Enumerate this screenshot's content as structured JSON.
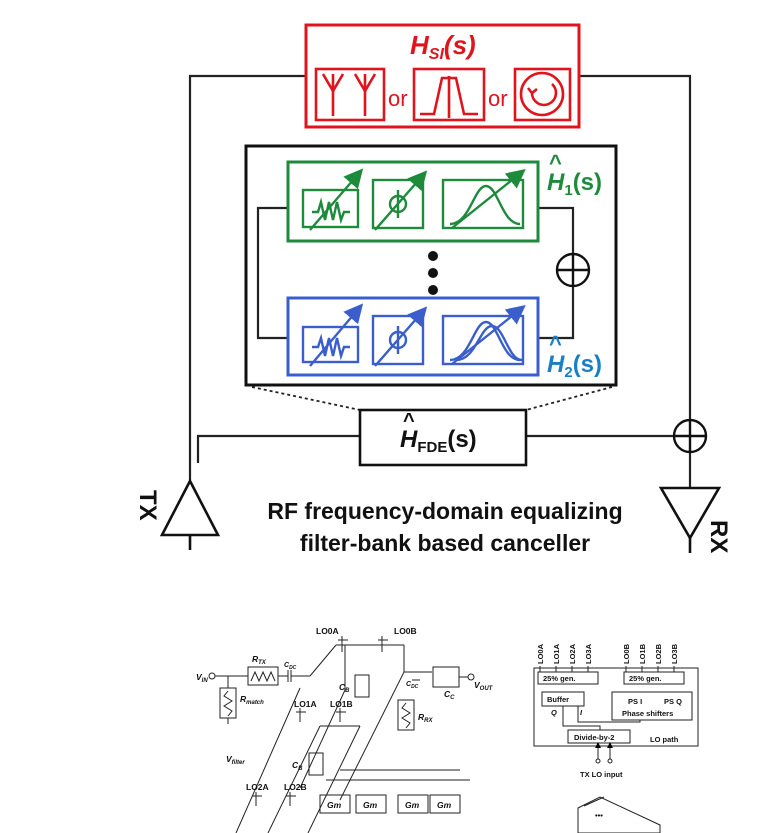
{
  "top_diagram": {
    "si_block": {
      "label_main": "H",
      "label_sub": "SI",
      "label_tail": "(s)",
      "or_1": "or",
      "or_2": "or",
      "color": "#e0141c"
    },
    "branch_1": {
      "label_main": "H",
      "label_sub": "1",
      "label_tail": "(s)",
      "color": "#1e8a3c"
    },
    "branch_2": {
      "label_main": "H",
      "label_sub": "2",
      "label_tail": "(s)",
      "color": "#3a5fcd"
    },
    "branch_2_label_color": "#1a7fc4",
    "fde_block": {
      "label_main": "H",
      "label_sub": "FDE",
      "label_tail": "(s)"
    },
    "tx_label": "TX",
    "rx_label": "RX",
    "caption_line_1": "RF frequency-domain equalizing",
    "caption_line_2": "filter-bank based canceller"
  },
  "circuit": {
    "lo0a": "LO0A",
    "lo0b": "LO0B",
    "lo1a": "LO1A",
    "lo1b": "LO1B",
    "lo2a": "LO2A",
    "lo2b": "LO2B",
    "vin_main": "V",
    "vin_sub": "IN",
    "vout_main": "V",
    "vout_sub": "OUT",
    "vfilter_main": "V",
    "vfilter_sub": "filter",
    "rtx_main": "R",
    "rtx_sub": "TX",
    "rmatch_main": "R",
    "rmatch_sub": "match",
    "rrx_main": "R",
    "rrx_sub": "RX",
    "cdc_1": "C",
    "cdc_1_sub": "DC",
    "cdc_2": "C",
    "cdc_2_sub": "DC",
    "cb_1": "C",
    "cb_1_sub": "B",
    "cb_2": "C",
    "cb_2_sub": "B",
    "cc": "C",
    "cc_sub": "C",
    "gm_cells": [
      "Gm",
      "Gm",
      "Gm",
      "Gm"
    ]
  },
  "lo_path": {
    "inputs_left": [
      "LO0A",
      "LO1A",
      "LO2A",
      "LO3A"
    ],
    "inputs_right": [
      "LO0B",
      "LO1B",
      "LO2B",
      "LO3B"
    ],
    "gen_left": "25% gen.",
    "gen_right": "25% gen.",
    "buffer": "Buffer",
    "q_label": "Q",
    "i_label": "I",
    "ps_i": "PS I",
    "ps_q": "PS Q",
    "phase_shifters": "Phase shifters",
    "divider": "Divide-by-2",
    "path_label": "LO path",
    "tx_lo_input": "TX LO input"
  }
}
